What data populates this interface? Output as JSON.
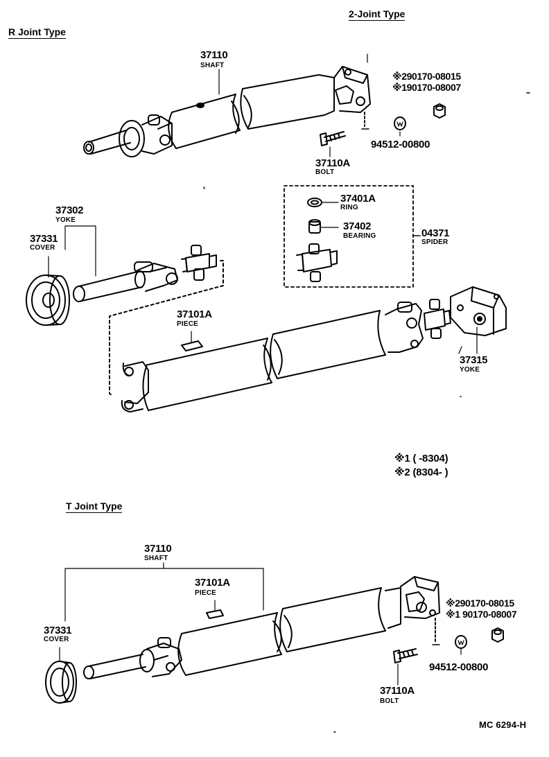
{
  "sections": {
    "two_joint": "2-Joint Type",
    "r_joint": "R Joint Type",
    "t_joint": "T Joint Type"
  },
  "r_joint": {
    "shaft": {
      "number": "37110",
      "name": "SHAFT"
    },
    "ref_a": "※290170-08015",
    "ref_b": "※190170-08007",
    "washer": "94512-00800",
    "bolt": {
      "number": "37110A",
      "name": "BOLT"
    },
    "yoke_front": {
      "number": "37302",
      "name": "YOKE"
    },
    "cover": {
      "number": "37331",
      "name": "COVER"
    },
    "ring": {
      "number": "37401A",
      "name": "RING"
    },
    "bearing": {
      "number": "37402",
      "name": "BEARING"
    },
    "spider": {
      "number": "04371",
      "name": "SPIDER"
    },
    "piece": {
      "number": "37101A",
      "name": "PIECE"
    },
    "yoke_rear": {
      "number": "37315",
      "name": "YOKE"
    }
  },
  "notes": {
    "note1": "※1 (        -8304)",
    "note2": "※2 (8304-        )"
  },
  "t_joint": {
    "shaft": {
      "number": "37110",
      "name": "SHAFT"
    },
    "piece": {
      "number": "37101A",
      "name": "PIECE"
    },
    "cover": {
      "number": "37331",
      "name": "COVER"
    },
    "ref_a": "※290170-08015",
    "ref_b": "※1 90170-08007",
    "washer": "94512-00800",
    "bolt": {
      "number": "37110A",
      "name": "BOLT"
    }
  },
  "figure_code": "MC 6294-H"
}
